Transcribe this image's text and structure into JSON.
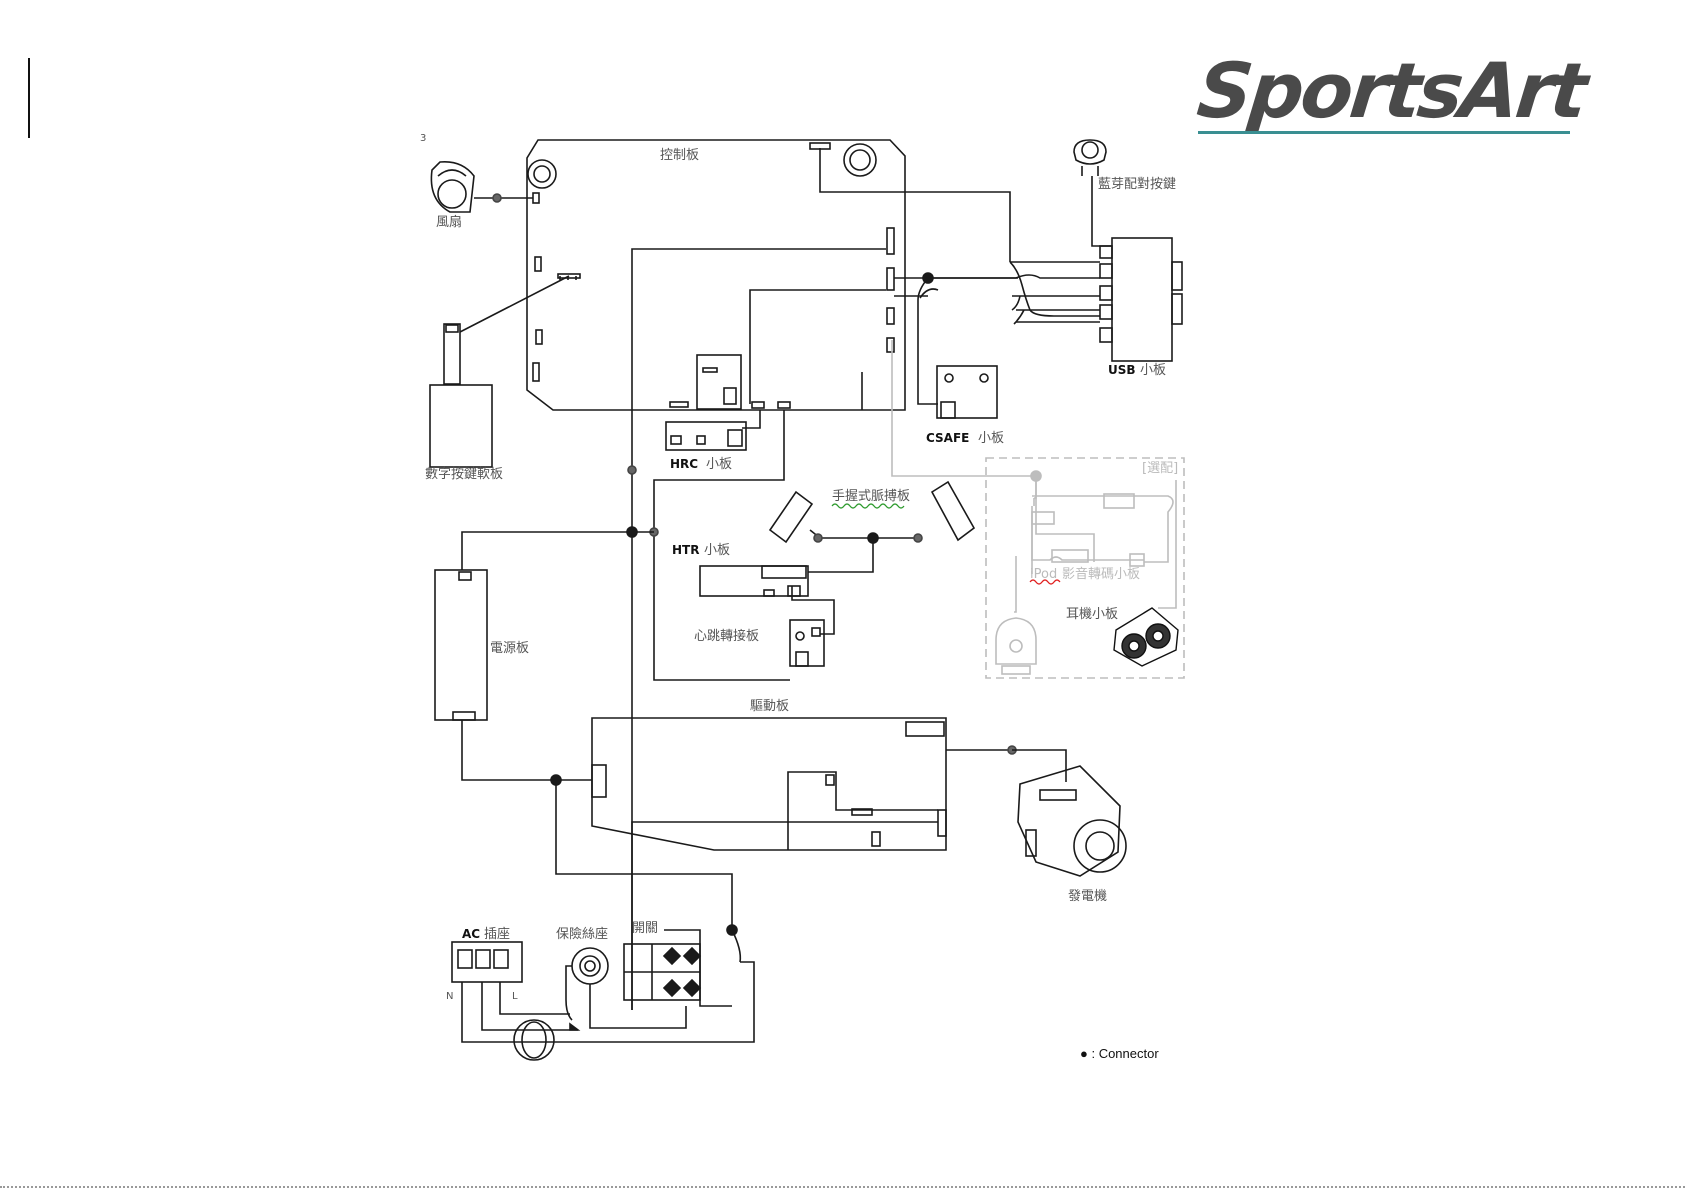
{
  "brand": {
    "logo_text": "SportsArt"
  },
  "page_marker": "3",
  "labels": {
    "control_board": "控制板",
    "fan": "風扇",
    "keypad": "數字按鍵軟板",
    "bt_button": "藍芽配對按鍵",
    "usb_board_prefix": "USB",
    "usb_board_suffix": "小板",
    "csafe_prefix": "CSAFE",
    "csafe_suffix": "小板",
    "hrc_prefix": "HRC",
    "hrc_suffix": "小板",
    "handgrip": "手握式脈搏板",
    "htr_prefix": "HTR",
    "htr_suffix": "小板",
    "heart_rate_receiver": "心跳轉接板",
    "power_board": "電源板",
    "optional": "[選配]",
    "ipod_prefix": "iPod",
    "ipod_suffix": "影音轉碼小板",
    "earphone": "耳機小板",
    "drive_board": "驅動板",
    "generator": "發電機",
    "ac_inlet_prefix": "AC",
    "ac_inlet_suffix": "插座",
    "ac_n": "N",
    "ac_l": "L",
    "fuse_holder": "保險絲座",
    "switch": "開關",
    "legend": "● : Connector"
  },
  "colors": {
    "wire": "#1a1a1a",
    "faint": "#bdbdbd",
    "accent_line": "#3a8f92",
    "logo_green": "#7cc242",
    "logo_gray": "#4a4a4a"
  }
}
